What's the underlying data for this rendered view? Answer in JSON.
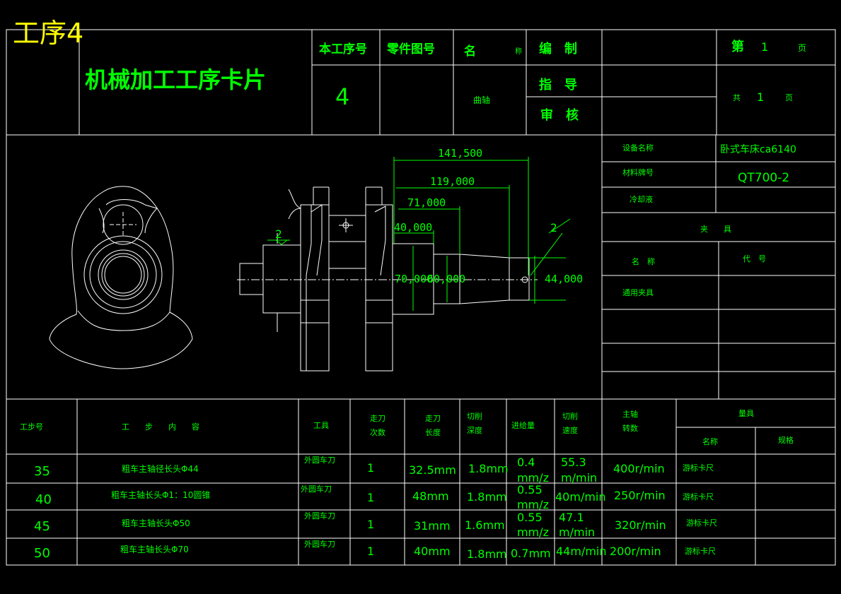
{
  "header": {
    "process_tag": "工序4",
    "card_title": "机械加工工序卡片",
    "process_no_label": "本工序号",
    "process_no_value": "4",
    "part_drawing_label": "零件图号",
    "name_label_a": "名",
    "name_label_b": "称",
    "part_name": "曲轴",
    "compile_label": "编　制",
    "guide_label": "指　导",
    "review_label": "审　核",
    "page_label_a": "第",
    "page_no": "1",
    "page_label_b": "页",
    "total_label_a": "共",
    "total_no": "1",
    "total_label_b": "页"
  },
  "info_panel": {
    "equipment_label": "设备名称",
    "equipment_value": "卧式车床ca6140",
    "material_label": "材料牌号",
    "material_value": "QT700-2",
    "coolant_label": "冷却液",
    "fixture_title": "夹　　具",
    "fixture_name_label": "名　称",
    "fixture_code_label": "代　号",
    "fixture_name_value": "通用夹具"
  },
  "drawing": {
    "dims": [
      "141,500",
      "119,000",
      "71,000",
      "40,000",
      "70,000",
      "60,000",
      "44,000"
    ],
    "roughness": [
      "2",
      "2"
    ]
  },
  "table": {
    "headers": {
      "step_no": "工步号",
      "step_content": "工　　步　　内　　容",
      "tool": "工具",
      "passes_a": "走刀",
      "passes_b": "次数",
      "length_a": "走刀",
      "length_b": "长度",
      "depth_a": "切削",
      "depth_b": "深度",
      "feed": "进给量",
      "speed_a": "切削",
      "speed_b": "速度",
      "spindle_a": "主轴",
      "spindle_b": "转数",
      "gauge": "量具",
      "gauge_name": "名称",
      "gauge_spec": "规格"
    },
    "rows": [
      {
        "no": "35",
        "content": "粗车主轴径长头Φ44",
        "tool": "外圆车刀",
        "passes": "1",
        "length": "32.5mm",
        "depth": "1.8mm",
        "feed_a": "0.4",
        "feed_b": "mm/z",
        "speed_a": "55.3",
        "speed_b": "m/min",
        "spindle": "400r/min",
        "gauge": "游标卡尺"
      },
      {
        "no": "40",
        "content": "粗车主轴长头Φ1：10圆锥",
        "tool": "外圆车刀",
        "passes": "1",
        "length": "48mm",
        "depth": "1.8mm",
        "feed_a": "0.55",
        "feed_b": "mm/z",
        "speed_a": "40m/min",
        "speed_b": "",
        "spindle": "250r/min",
        "gauge": "游标卡尺"
      },
      {
        "no": "45",
        "content": "粗车主轴长头Φ50",
        "tool": "外圆车刀",
        "passes": "1",
        "length": "31mm",
        "depth": "1.6mm",
        "feed_a": "0.55",
        "feed_b": "mm/z",
        "speed_a": "47.1",
        "speed_b": "m/min",
        "spindle": "320r/min",
        "gauge": "游标卡尺"
      },
      {
        "no": "50",
        "content": "粗车主轴长头Φ70",
        "tool": "外圆车刀",
        "passes": "1",
        "length": "40mm",
        "depth": "1.8mm",
        "feed_a": "0.7mm",
        "feed_b": "",
        "speed_a": "44m/min",
        "speed_b": "",
        "spindle": "200r/min",
        "gauge": "游标卡尺"
      }
    ]
  }
}
